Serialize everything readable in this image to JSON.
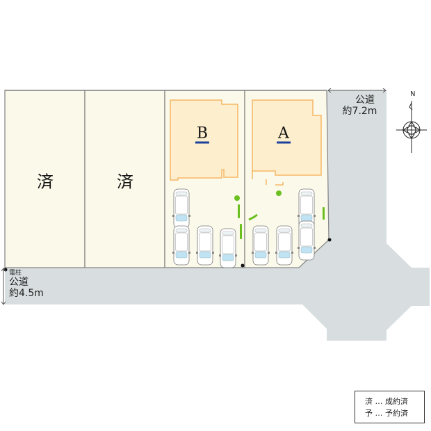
{
  "site_plan": {
    "lots": [
      {
        "id": "lot-1",
        "label": "済",
        "status": "成約済"
      },
      {
        "id": "lot-2",
        "label": "済",
        "status": "成約済"
      },
      {
        "id": "lot-b",
        "label": "B"
      },
      {
        "id": "lot-a",
        "label": "A"
      }
    ],
    "roads": {
      "north_south": {
        "name": "公道",
        "width": "約7.2m"
      },
      "east_west": {
        "name": "公道",
        "width": "約4.5m"
      }
    },
    "utility_pole_label": "電柱",
    "compass": {
      "north_label": "N"
    },
    "legend": [
      {
        "symbol": "済",
        "separator": "…",
        "meaning": "成約済"
      },
      {
        "symbol": "予",
        "separator": "…",
        "meaning": "予約済"
      }
    ],
    "colors": {
      "lot_fill": "#fbf9e9",
      "house_fill": "#fdefcd",
      "house_outline": "#f6b766",
      "road_fill": "#d8dee0",
      "lot_border": "#888888",
      "label_underline": "#1a3f9a",
      "tree_green": "#6bbf1f",
      "car_glass": "#bfe3f3"
    }
  }
}
